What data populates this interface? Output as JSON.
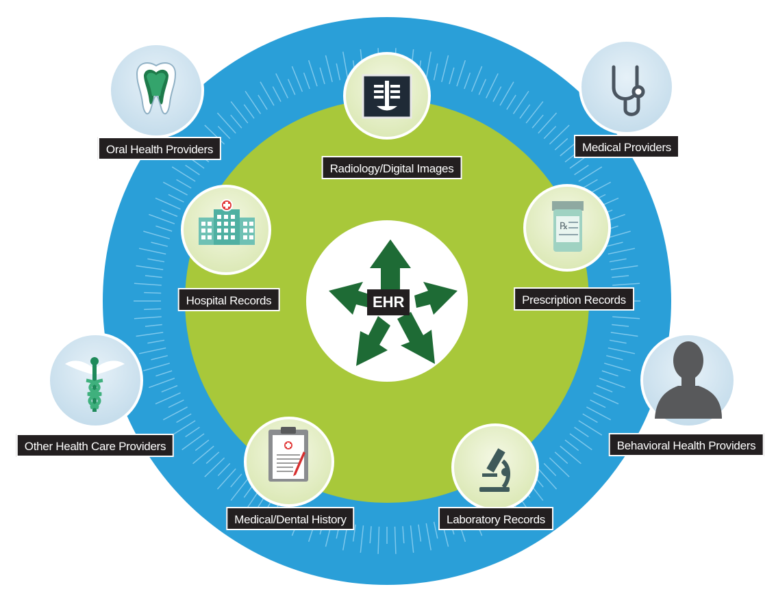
{
  "center": {
    "label": "EHR"
  },
  "inner_nodes": [
    {
      "label": "Radiology/Digital Images",
      "icon": "xray-icon"
    },
    {
      "label": "Prescription Records",
      "icon": "prescription-bottle-icon"
    },
    {
      "label": "Laboratory Records",
      "icon": "microscope-icon"
    },
    {
      "label": "Medical/Dental History",
      "icon": "clipboard-icon"
    },
    {
      "label": "Hospital Records",
      "icon": "hospital-icon"
    }
  ],
  "outer_nodes": [
    {
      "label": "Oral Health Providers",
      "icon": "tooth-icon"
    },
    {
      "label": "Medical Providers",
      "icon": "stethoscope-icon"
    },
    {
      "label": "Behavioral Health Providers",
      "icon": "person-silhouette-icon"
    },
    {
      "label": "Other Health Care Providers",
      "icon": "caduceus-icon"
    }
  ],
  "colors": {
    "outer_ring": "#2a9fd8",
    "inner_ring": "#a8c83a",
    "center": "#ffffff",
    "arrow": "#1e6b35",
    "node_bg": "#d4e8f3",
    "inner_node_bg": "#e9f1cf",
    "label_bg": "#231f20"
  }
}
